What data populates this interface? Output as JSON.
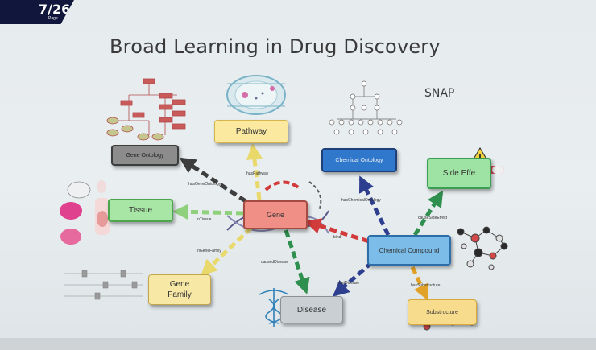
{
  "slide": {
    "page": "7/26",
    "page_label": "Page",
    "title": "Broad Learning in Drug Discovery",
    "source_label": "SNAP"
  },
  "nodes": {
    "pathway": "Pathway",
    "gene_ontology": "Gene Ontology",
    "chemical_ontology": "Chemical Ontology",
    "side_effect": "Side Effe",
    "tissue": "Tissue",
    "gene": "Gene",
    "chemical_compound": "Chemical Compound",
    "gene_family": "Gene Family",
    "disease": "Disease",
    "substructure": "Substructure"
  },
  "edges": {
    "has_pathway": "hasPathway",
    "has_gene_ontology": "hasGeneOntology",
    "has_chemical_ontology": "hasChemicalOntology",
    "cause_side_effect": "causeSideEffect",
    "in_tissue": "inTissue",
    "bind": "bind",
    "in_gene_family": "inGeneFamily",
    "caused_disease": "causedDisease",
    "treat_disease": "treatDisease",
    "has_substructure": "hasSubstructure"
  },
  "colors": {
    "gene": "#f08f86",
    "pathway": "#fbe9a0",
    "gene_ontology": "#8c8c8c",
    "chemical_ontology": "#2f78cc",
    "side_effect": "#9fe3a4",
    "tissue": "#a8e6a6",
    "chemical_compound": "#7bbde8",
    "gene_family": "#f7e8a6",
    "disease": "#c9cfd3",
    "substructure": "#f7dc8e"
  }
}
